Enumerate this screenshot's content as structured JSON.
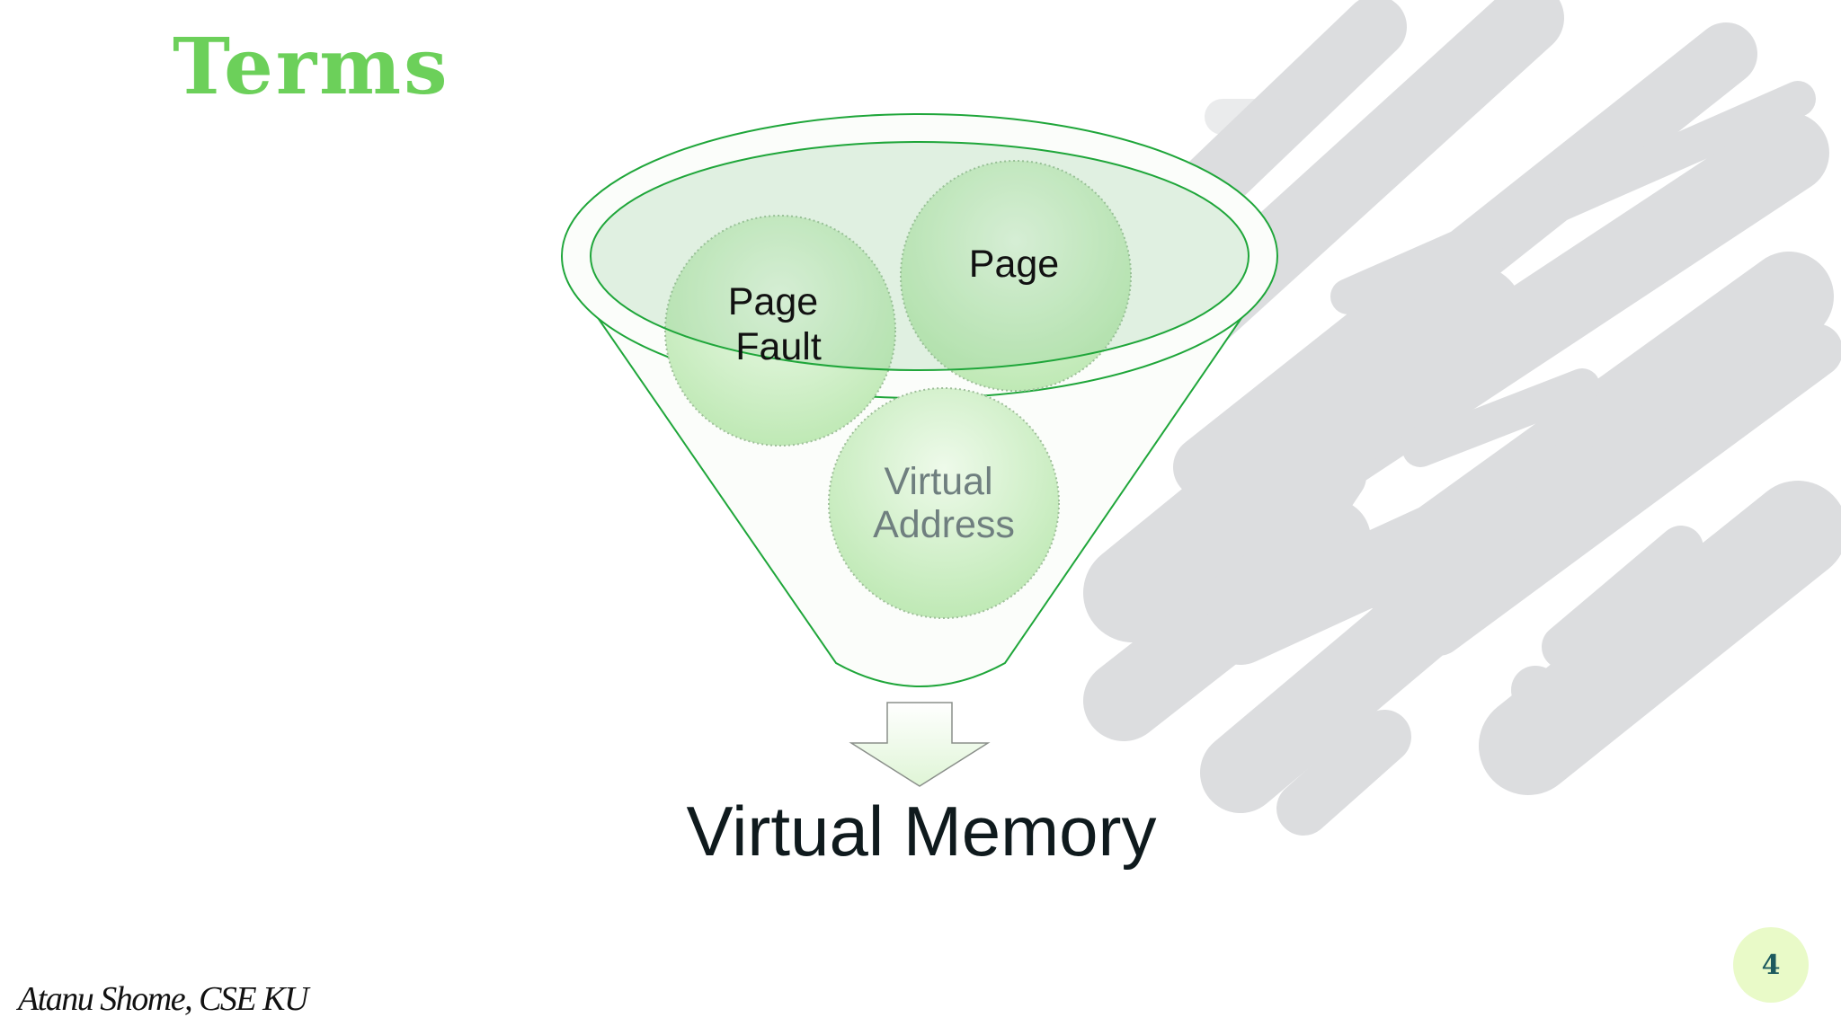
{
  "slide": {
    "title": "Terms",
    "diagram": {
      "bubbles": [
        {
          "id": "page-fault",
          "lines": [
            "Page",
            "Fault"
          ]
        },
        {
          "id": "page",
          "lines": [
            "Page"
          ]
        },
        {
          "id": "virtual-address",
          "lines": [
            "Virtual",
            "Address"
          ]
        }
      ],
      "result": "Virtual Memory"
    },
    "footer": {
      "author": "Atanu Shome, CSE KU",
      "page_number": "4"
    }
  },
  "colors": {
    "title": "#6cd05a",
    "funnel_stroke": "#1fa63a",
    "bubble_fill": "#c8edc0",
    "deco_gray": "#dcdddf",
    "badge_bg": "#e9fac8",
    "badge_text": "#1d5a5e"
  }
}
